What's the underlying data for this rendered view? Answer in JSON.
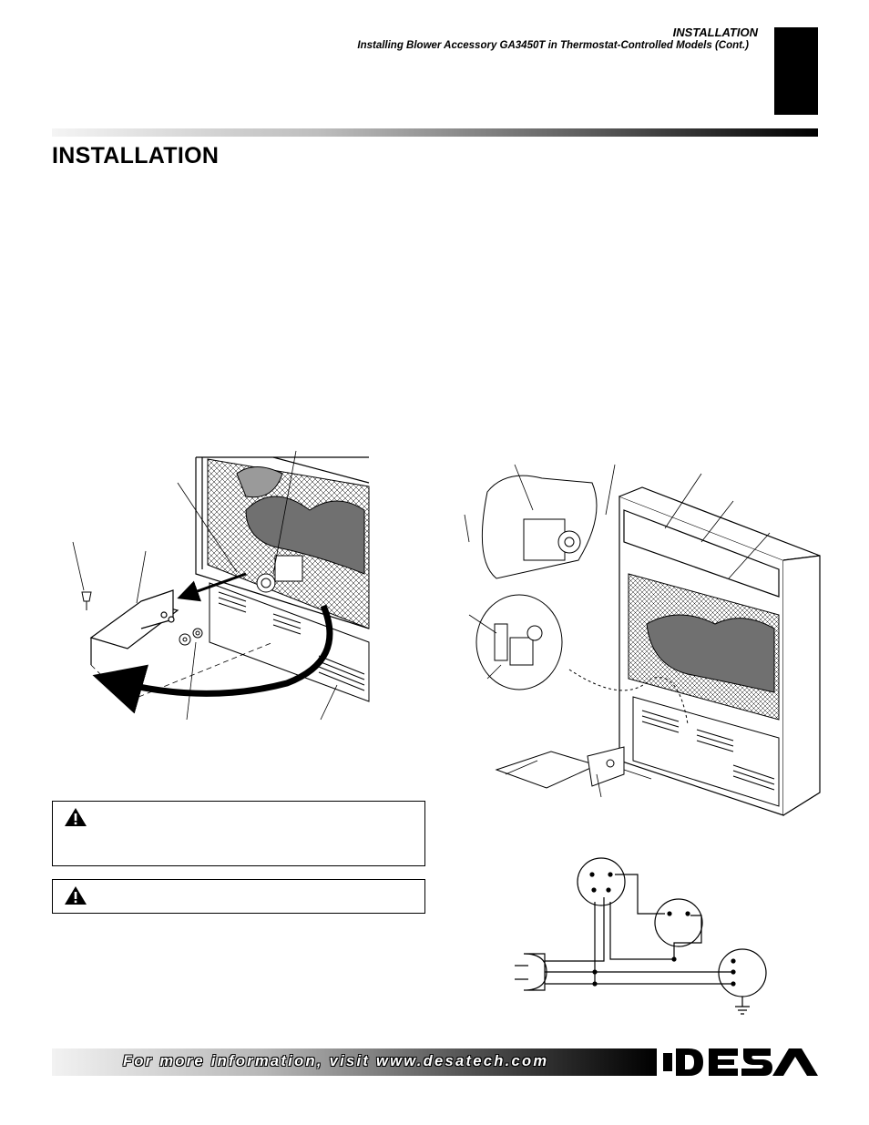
{
  "header": {
    "section": "INSTALLATION",
    "subtitle": "Installing Blower Accessory GA3450T in Thermostat-Controlled Models (Cont.)"
  },
  "page_title": "INSTALLATION",
  "warnings": [
    {
      "icon": "warning-triangle-icon"
    },
    {
      "icon": "warning-triangle-icon"
    }
  ],
  "footer": {
    "text": "For more information, visit www.desatech.com",
    "logo": "DESA"
  },
  "colors": {
    "ink": "#000000",
    "paper": "#ffffff",
    "fire_gray": "#707070"
  }
}
